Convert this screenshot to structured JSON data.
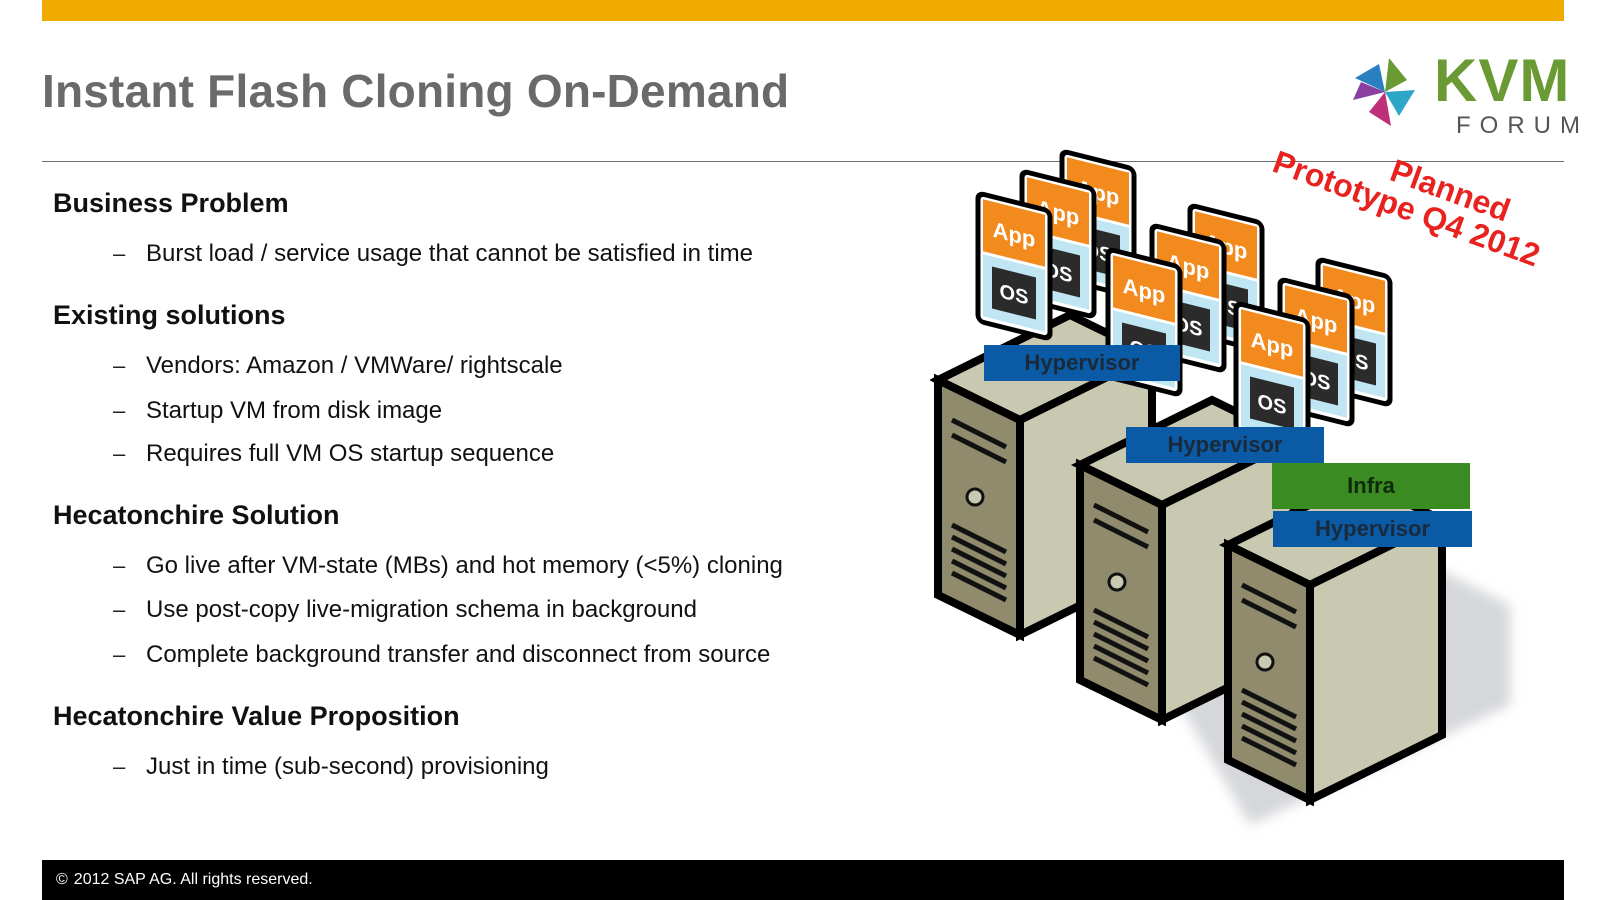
{
  "slide": {
    "title": "Instant Flash Cloning On-Demand",
    "accent_color": "#f0ab00",
    "sections": [
      {
        "heading": "Business Problem",
        "bullets": [
          "Burst load / service usage that cannot be satisfied in time"
        ]
      },
      {
        "heading": "Existing solutions",
        "bullets": [
          "Vendors: Amazon / VMWare/ rightscale",
          "Startup VM from disk image",
          "Requires full VM OS startup sequence"
        ]
      },
      {
        "heading": "Hecatonchire Solution",
        "bullets": [
          "Go live after VM-state (MBs) and hot memory (<5%) cloning",
          "Use post-copy live-migration schema in background",
          "Complete background transfer and disconnect from source"
        ]
      },
      {
        "heading": "Hecatonchire Value Proposition",
        "bullets": [
          "Just in time (sub-second) provisioning"
        ]
      }
    ],
    "bullet_marker": "–"
  },
  "logo": {
    "name": "KVM",
    "sub": "FORUM",
    "icon": "pinwheel-icon"
  },
  "stamp": {
    "line1": "Planned",
    "line2": "Prototype Q4 2012",
    "color": "#e8231f"
  },
  "diagram": {
    "app_label": "App",
    "os_label": "OS",
    "hypervisor_label": "Hypervisor",
    "infra_label": "Infra",
    "colors": {
      "app": "#f28a1e",
      "os": "#bfe6f2",
      "hypervisor": "#0b5aa6",
      "infra": "#3a8c22",
      "server_front": "#8f8b6c",
      "server_side": "#c9c8b1"
    }
  },
  "footer": {
    "copyright_symbol": "©",
    "text": "2012 SAP AG. All rights reserved."
  }
}
